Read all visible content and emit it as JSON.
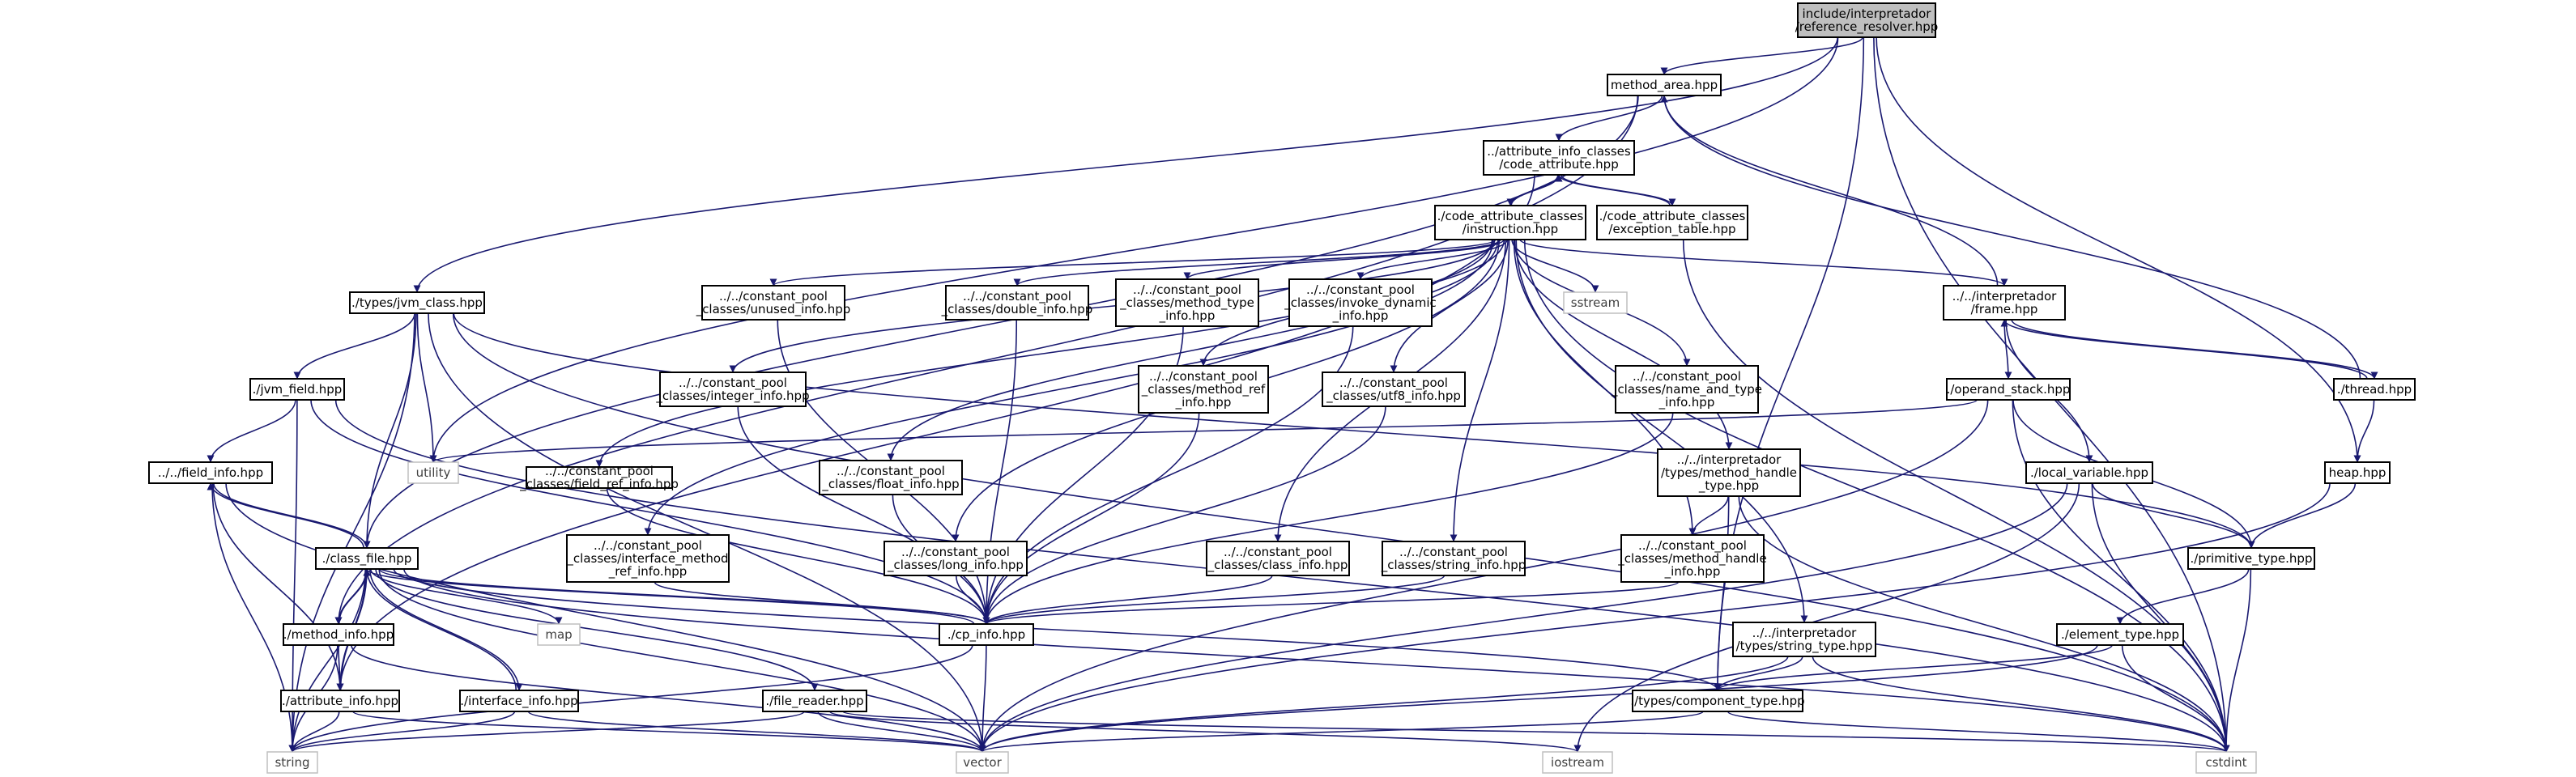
{
  "graph": {
    "edge_color": "#191970",
    "root_fill": "#bfbfbf",
    "nodes": [
      {
        "id": "root",
        "lines": [
          "include/interpretador",
          "/reference_resolver.hpp"
        ],
        "kind": "root"
      },
      {
        "id": "method_area",
        "lines": [
          "method_area.hpp"
        ]
      },
      {
        "id": "code_attribute",
        "lines": [
          "../attribute_info_classes",
          "/code_attribute.hpp"
        ]
      },
      {
        "id": "instruction",
        "lines": [
          "./code_attribute_classes",
          "/instruction.hpp"
        ]
      },
      {
        "id": "exception_table",
        "lines": [
          "./code_attribute_classes",
          "/exception_table.hpp"
        ]
      },
      {
        "id": "jvm_class",
        "lines": [
          "./types/jvm_class.hpp"
        ]
      },
      {
        "id": "unused_info",
        "lines": [
          "../../constant_pool",
          "_classes/unused_info.hpp"
        ]
      },
      {
        "id": "double_info",
        "lines": [
          "../../constant_pool",
          "_classes/double_info.hpp"
        ]
      },
      {
        "id": "method_type_info",
        "lines": [
          "../../constant_pool",
          "_classes/method_type",
          "_info.hpp"
        ]
      },
      {
        "id": "invoke_dynamic",
        "lines": [
          "../../constant_pool",
          "_classes/invoke_dynamic",
          "_info.hpp"
        ]
      },
      {
        "id": "sstream",
        "lines": [
          "sstream"
        ],
        "kind": "sys"
      },
      {
        "id": "frame",
        "lines": [
          "../../interpretador",
          "/frame.hpp"
        ]
      },
      {
        "id": "jvm_field",
        "lines": [
          "./jvm_field.hpp"
        ]
      },
      {
        "id": "integer_info",
        "lines": [
          "../../constant_pool",
          "_classes/integer_info.hpp"
        ]
      },
      {
        "id": "method_ref_info",
        "lines": [
          "../../constant_pool",
          "_classes/method_ref",
          "_info.hpp"
        ]
      },
      {
        "id": "utf8_info",
        "lines": [
          "../../constant_pool",
          "_classes/utf8_info.hpp"
        ]
      },
      {
        "id": "name_and_type",
        "lines": [
          "../../constant_pool",
          "_classes/name_and_type",
          "_info.hpp"
        ]
      },
      {
        "id": "operand_stack",
        "lines": [
          "./operand_stack.hpp"
        ]
      },
      {
        "id": "thread",
        "lines": [
          "./thread.hpp"
        ]
      },
      {
        "id": "utility",
        "lines": [
          "utility"
        ],
        "kind": "sys"
      },
      {
        "id": "field_info",
        "lines": [
          "../../field_info.hpp"
        ]
      },
      {
        "id": "field_ref_info",
        "lines": [
          "../../constant_pool",
          "_classes/field_ref_info.hpp"
        ]
      },
      {
        "id": "float_info",
        "lines": [
          "../../constant_pool",
          "_classes/float_info.hpp"
        ]
      },
      {
        "id": "method_handle_type",
        "lines": [
          "../../interpretador",
          "/types/method_handle",
          "_type.hpp"
        ]
      },
      {
        "id": "local_variable",
        "lines": [
          "./local_variable.hpp"
        ]
      },
      {
        "id": "heap",
        "lines": [
          "heap.hpp"
        ]
      },
      {
        "id": "class_file",
        "lines": [
          "./class_file.hpp"
        ]
      },
      {
        "id": "interface_method_ref",
        "lines": [
          "../../constant_pool",
          "_classes/interface_method",
          "_ref_info.hpp"
        ]
      },
      {
        "id": "long_info",
        "lines": [
          "../../constant_pool",
          "_classes/long_info.hpp"
        ]
      },
      {
        "id": "class_info",
        "lines": [
          "../../constant_pool",
          "_classes/class_info.hpp"
        ]
      },
      {
        "id": "string_info",
        "lines": [
          "../../constant_pool",
          "_classes/string_info.hpp"
        ]
      },
      {
        "id": "method_handle_info",
        "lines": [
          "../../constant_pool",
          "_classes/method_handle",
          "_info.hpp"
        ]
      },
      {
        "id": "primitive_type",
        "lines": [
          "./primitive_type.hpp"
        ]
      },
      {
        "id": "map",
        "lines": [
          "map"
        ],
        "kind": "sys"
      },
      {
        "id": "method_info",
        "lines": [
          "./method_info.hpp"
        ]
      },
      {
        "id": "cp_info",
        "lines": [
          "./cp_info.hpp"
        ]
      },
      {
        "id": "string_type",
        "lines": [
          "../../interpretador",
          "/types/string_type.hpp"
        ]
      },
      {
        "id": "element_type",
        "lines": [
          "./element_type.hpp"
        ]
      },
      {
        "id": "attribute_info",
        "lines": [
          "./attribute_info.hpp"
        ]
      },
      {
        "id": "interface_info",
        "lines": [
          "./interface_info.hpp"
        ]
      },
      {
        "id": "file_reader",
        "lines": [
          "./file_reader.hpp"
        ]
      },
      {
        "id": "component_type",
        "lines": [
          "./types/component_type.hpp"
        ]
      },
      {
        "id": "string",
        "lines": [
          "string"
        ],
        "kind": "sys"
      },
      {
        "id": "vector",
        "lines": [
          "vector"
        ],
        "kind": "sys"
      },
      {
        "id": "iostream",
        "lines": [
          "iostream"
        ],
        "kind": "sys"
      },
      {
        "id": "cstdint",
        "lines": [
          "cstdint"
        ],
        "kind": "sys"
      }
    ],
    "edges": [
      [
        "root",
        "method_area"
      ],
      [
        "root",
        "jvm_class"
      ],
      [
        "root",
        "utility"
      ],
      [
        "root",
        "component_type"
      ],
      [
        "root",
        "heap"
      ],
      [
        "root",
        "cstdint"
      ],
      [
        "method_area",
        "code_attribute"
      ],
      [
        "method_area",
        "class_file"
      ],
      [
        "method_area",
        "method_info"
      ],
      [
        "code_attribute",
        "instruction"
      ],
      [
        "code_attribute",
        "exception_table"
      ],
      [
        "code_attribute",
        "attribute_info"
      ],
      [
        "instruction",
        "code_attribute"
      ],
      [
        "instruction",
        "unused_info"
      ],
      [
        "instruction",
        "double_info"
      ],
      [
        "instruction",
        "method_type_info"
      ],
      [
        "instruction",
        "invoke_dynamic"
      ],
      [
        "instruction",
        "sstream"
      ],
      [
        "instruction",
        "frame"
      ],
      [
        "instruction",
        "integer_info"
      ],
      [
        "instruction",
        "method_ref_info"
      ],
      [
        "instruction",
        "utf8_info"
      ],
      [
        "instruction",
        "name_and_type"
      ],
      [
        "instruction",
        "field_ref_info"
      ],
      [
        "instruction",
        "float_info"
      ],
      [
        "instruction",
        "method_handle_type"
      ],
      [
        "instruction",
        "interface_method_ref"
      ],
      [
        "instruction",
        "long_info"
      ],
      [
        "instruction",
        "class_info"
      ],
      [
        "instruction",
        "string_info"
      ],
      [
        "instruction",
        "method_handle_info"
      ],
      [
        "instruction",
        "string_type"
      ],
      [
        "instruction",
        "cstdint"
      ],
      [
        "exception_table",
        "code_attribute"
      ],
      [
        "exception_table",
        "cstdint"
      ],
      [
        "jvm_class",
        "jvm_field"
      ],
      [
        "jvm_class",
        "class_file"
      ],
      [
        "jvm_class",
        "utility"
      ],
      [
        "jvm_class",
        "string"
      ],
      [
        "jvm_class",
        "vector"
      ],
      [
        "jvm_class",
        "primitive_type"
      ],
      [
        "jvm_class",
        "cstdint"
      ],
      [
        "unused_info",
        "cp_info"
      ],
      [
        "double_info",
        "cp_info"
      ],
      [
        "method_type_info",
        "cp_info"
      ],
      [
        "invoke_dynamic",
        "cp_info"
      ],
      [
        "integer_info",
        "cp_info"
      ],
      [
        "method_ref_info",
        "cp_info"
      ],
      [
        "utf8_info",
        "cp_info"
      ],
      [
        "name_and_type",
        "cp_info"
      ],
      [
        "field_ref_info",
        "cp_info"
      ],
      [
        "float_info",
        "cp_info"
      ],
      [
        "interface_method_ref",
        "cp_info"
      ],
      [
        "long_info",
        "cp_info"
      ],
      [
        "class_info",
        "cp_info"
      ],
      [
        "string_info",
        "cp_info"
      ],
      [
        "method_handle_info",
        "cp_info"
      ],
      [
        "frame",
        "method_area"
      ],
      [
        "frame",
        "operand_stack"
      ],
      [
        "frame",
        "local_variable"
      ],
      [
        "frame",
        "thread"
      ],
      [
        "thread",
        "frame"
      ],
      [
        "thread",
        "method_area"
      ],
      [
        "thread",
        "heap"
      ],
      [
        "operand_stack",
        "utility"
      ],
      [
        "operand_stack",
        "primitive_type"
      ],
      [
        "operand_stack",
        "vector"
      ],
      [
        "operand_stack",
        "cstdint"
      ],
      [
        "jvm_field",
        "field_info"
      ],
      [
        "jvm_field",
        "cp_info"
      ],
      [
        "jvm_field",
        "string"
      ],
      [
        "jvm_field",
        "cstdint"
      ],
      [
        "field_info",
        "class_file"
      ],
      [
        "field_info",
        "attribute_info"
      ],
      [
        "field_info",
        "string"
      ],
      [
        "field_info",
        "vector"
      ],
      [
        "method_handle_type",
        "method_handle_info"
      ],
      [
        "method_handle_type",
        "component_type"
      ],
      [
        "method_handle_type",
        "cstdint"
      ],
      [
        "local_variable",
        "primitive_type"
      ],
      [
        "local_variable",
        "vector"
      ],
      [
        "local_variable",
        "iostream"
      ],
      [
        "local_variable",
        "cstdint"
      ],
      [
        "heap",
        "primitive_type"
      ],
      [
        "heap",
        "vector"
      ],
      [
        "class_file",
        "cp_info"
      ],
      [
        "class_file",
        "field_info"
      ],
      [
        "class_file",
        "method_info"
      ],
      [
        "class_file",
        "attribute_info"
      ],
      [
        "class_file",
        "interface_info"
      ],
      [
        "class_file",
        "file_reader"
      ],
      [
        "class_file",
        "map"
      ],
      [
        "class_file",
        "string"
      ],
      [
        "class_file",
        "vector"
      ],
      [
        "class_file",
        "component_type"
      ],
      [
        "class_file",
        "cstdint"
      ],
      [
        "primitive_type",
        "element_type"
      ],
      [
        "primitive_type",
        "cstdint"
      ],
      [
        "method_info",
        "class_file"
      ],
      [
        "method_info",
        "attribute_info"
      ],
      [
        "method_info",
        "string"
      ],
      [
        "method_info",
        "vector"
      ],
      [
        "cp_info",
        "class_file"
      ],
      [
        "cp_info",
        "string"
      ],
      [
        "cp_info",
        "vector"
      ],
      [
        "string_type",
        "component_type"
      ],
      [
        "string_type",
        "vector"
      ],
      [
        "string_type",
        "cstdint"
      ],
      [
        "element_type",
        "component_type"
      ],
      [
        "element_type",
        "vector"
      ],
      [
        "element_type",
        "cstdint"
      ],
      [
        "attribute_info",
        "class_file"
      ],
      [
        "attribute_info",
        "string"
      ],
      [
        "attribute_info",
        "vector"
      ],
      [
        "interface_info",
        "class_file"
      ],
      [
        "interface_info",
        "string"
      ],
      [
        "interface_info",
        "vector"
      ],
      [
        "file_reader",
        "string"
      ],
      [
        "file_reader",
        "vector"
      ],
      [
        "file_reader",
        "iostream"
      ],
      [
        "file_reader",
        "cstdint"
      ],
      [
        "component_type",
        "vector"
      ],
      [
        "component_type",
        "cstdint"
      ]
    ]
  }
}
